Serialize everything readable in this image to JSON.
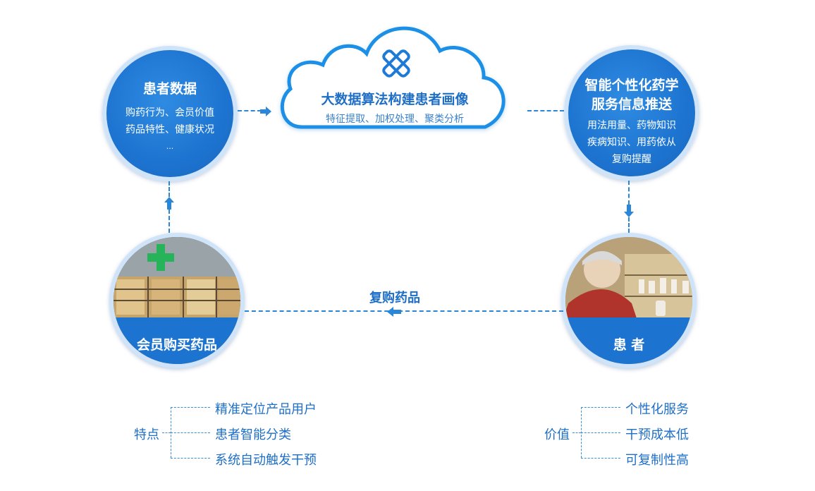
{
  "cloud": {
    "title": "大数据算法构建患者画像",
    "subtitle": "特征提取、加权处理、聚类分析",
    "icon": "medical-cross-icon"
  },
  "patient_data": {
    "title": "患者数据",
    "lines": [
      "购药行为、会员价值",
      "药品特性、健康状况",
      "..."
    ]
  },
  "push": {
    "title_line1": "智能个性化药学",
    "title_line2": "服务信息推送",
    "lines": [
      "用法用量、药物知识",
      "疾病知识、用药依从",
      "复购提醒"
    ]
  },
  "member": {
    "label": "会员购买药品"
  },
  "patient": {
    "label": "患 者"
  },
  "repurchase": {
    "label": "复购药品"
  },
  "features": {
    "label": "特点",
    "items": [
      "精准定位产品用户",
      "患者智能分类",
      "系统自动触发干预"
    ]
  },
  "value": {
    "label": "价值",
    "items": [
      "个性化服务",
      "干预成本低",
      "可复制性高"
    ]
  },
  "colors": {
    "accent": "#1d74d0",
    "text_blue": "#1e6fc8",
    "pharmacy_cross": "#27b35a"
  }
}
